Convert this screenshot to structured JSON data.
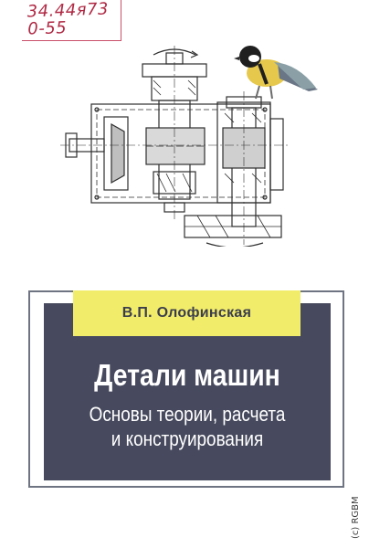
{
  "stamp": {
    "line1": "34.44я73",
    "line2": "0-55"
  },
  "book": {
    "author": "В.П. Олофинская",
    "title": "Детали машин",
    "subtitle_line1": "Основы теории, расчета",
    "subtitle_line2": "и конструирования"
  },
  "watermark": "(c) RGBM",
  "colors": {
    "panel": "#474a5e",
    "author_band": "#f1ec6a",
    "stamp_ink": "#b02a45"
  }
}
